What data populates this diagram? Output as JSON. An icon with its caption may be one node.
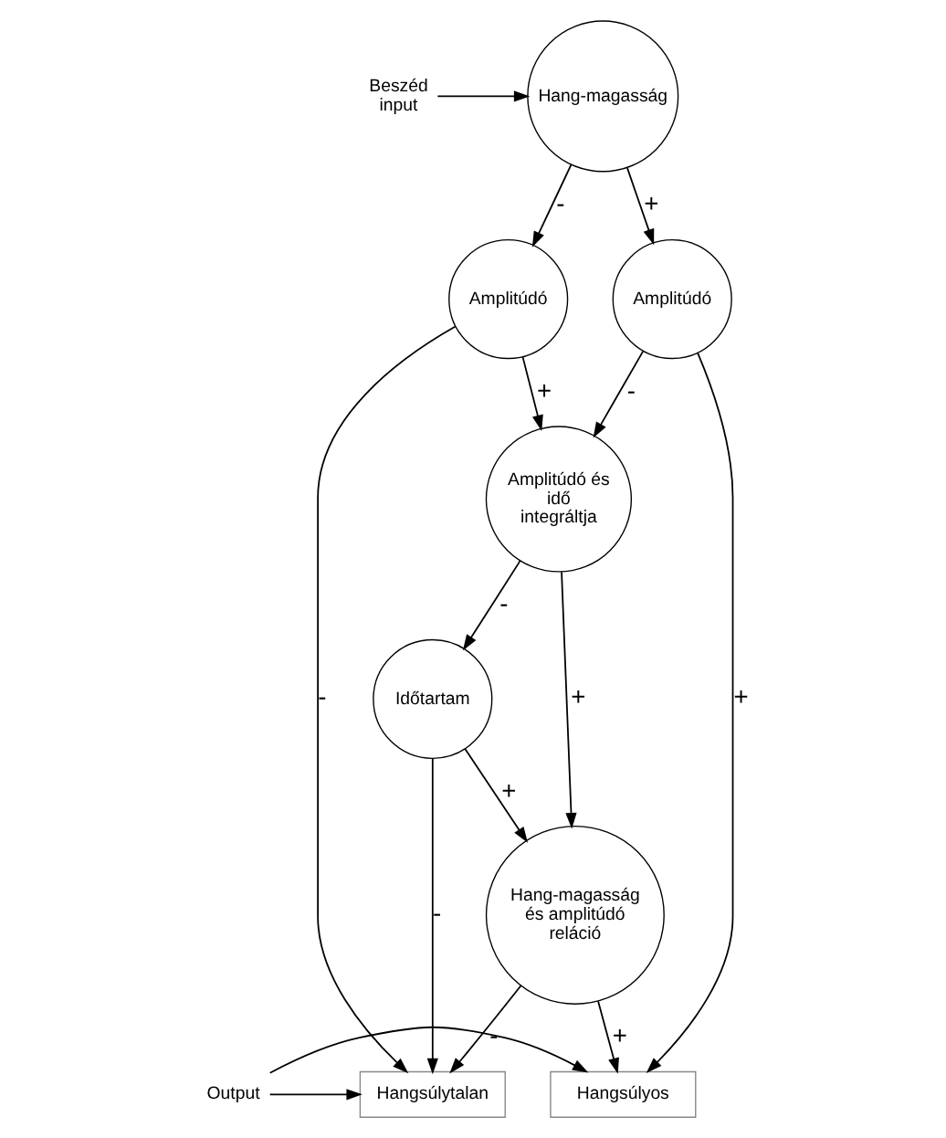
{
  "diagram": {
    "nodes": [
      {
        "text": [
          "Beszéd input"
        ]
      },
      {
        "text": [
          "Hang-magasság"
        ]
      },
      {
        "text": [
          "Amplitúdó"
        ]
      },
      {
        "text": [
          "Amplitúdó"
        ]
      },
      {
        "text": [
          "Amplitúdó és idő integráltja"
        ]
      },
      {
        "text": [
          "Időtartam"
        ]
      },
      {
        "text": [
          "Hang-magasság és amplitúdó reláció"
        ]
      },
      {
        "text": [
          "Hangsúlytalan"
        ]
      },
      {
        "text": [
          "Output"
        ]
      },
      {
        "text": [
          "Hangsúlyos"
        ]
      }
    ],
    "edges": [
      {
        "from": 0,
        "to": 1,
        "arrow": "to"
      },
      {
        "from": 1,
        "to": 2,
        "arrow": "to",
        "label": "-"
      },
      {
        "from": 1,
        "to": 3,
        "arrow": "to",
        "label": "+"
      },
      {
        "from": 2,
        "to": 4,
        "arrow": "to",
        "label": "+"
      },
      {
        "from": 3,
        "to": 4,
        "arrow": "to",
        "label": "-"
      },
      {
        "from": 2,
        "to": 7,
        "arrow": "to",
        "label": "-"
      },
      {
        "from": 3,
        "to": 9,
        "arrow": "to",
        "label": "+"
      },
      {
        "from": 4,
        "to": 5,
        "arrow": "to",
        "label": "-"
      },
      {
        "from": 4,
        "to": 6,
        "arrow": "to",
        "label": "+"
      },
      {
        "from": 5,
        "to": 6,
        "arrow": "to",
        "label": "+"
      },
      {
        "from": 5,
        "to": 7,
        "arrow": "to",
        "label": "-"
      },
      {
        "from": 6,
        "to": 7,
        "arrow": "to",
        "label": "-"
      },
      {
        "from": 6,
        "to": 9,
        "arrow": "to",
        "label": "+"
      },
      {
        "from": 8,
        "to": 7,
        "arrow": "to"
      },
      {
        "from": 8,
        "to": 9,
        "arrow": "to"
      }
    ]
  }
}
